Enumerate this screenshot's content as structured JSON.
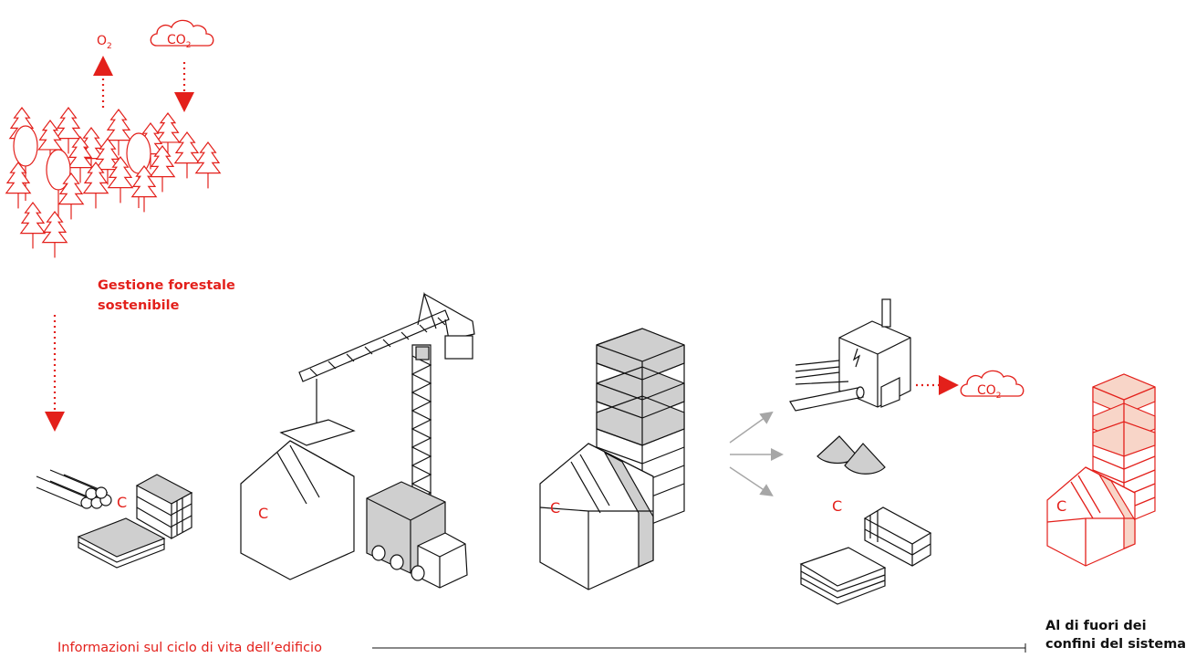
{
  "forest": {
    "label_line1": "Gestione forestale",
    "label_line2": "sostenibile"
  },
  "emissions": {
    "o2": "O",
    "o2_sub": "2",
    "co2": "CO",
    "co2_sub": "2"
  },
  "carbon_marker": "C",
  "timeline": {
    "label": "Informazioni sul ciclo di vita dell’edificio"
  },
  "outside": {
    "line1": "Al di fuori dei",
    "line2": "confini del sistema"
  },
  "colors": {
    "accent": "#e3201b",
    "ink": "#111111",
    "shade": "#cfcfcf",
    "highlight": "#f8d5c8",
    "arrow_gray": "#a6a6a6"
  }
}
